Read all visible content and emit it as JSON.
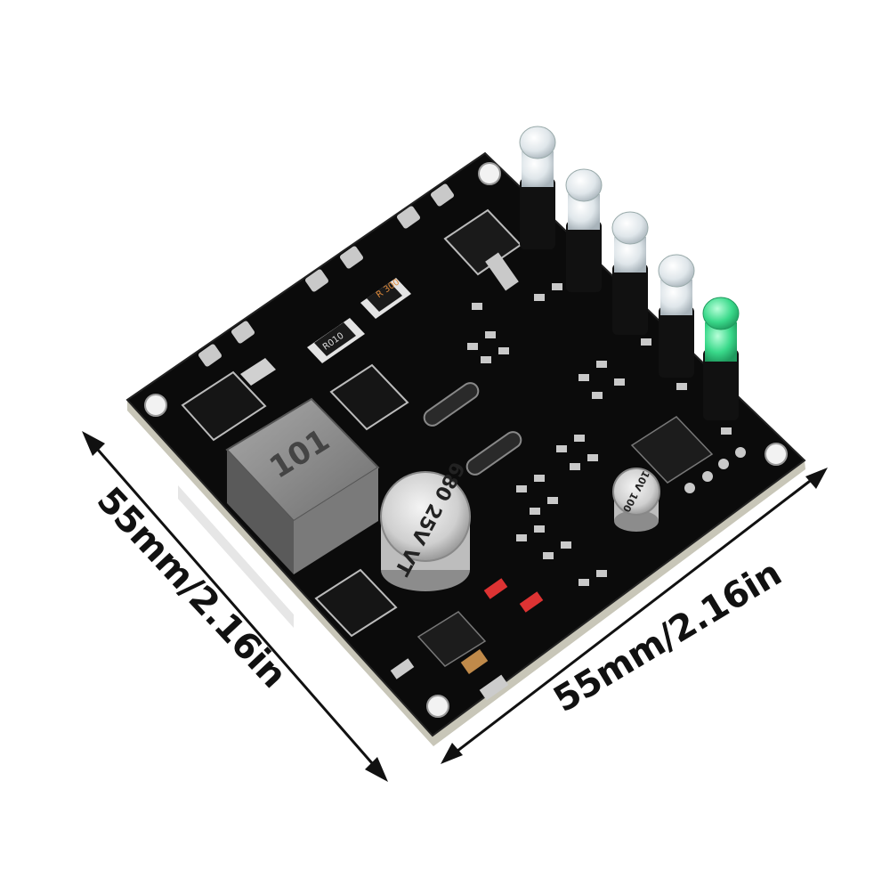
{
  "image": {
    "subject": "pcb-module-photo",
    "background_color": "#ffffff"
  },
  "dimensions": {
    "left_label": "55mm/2.16in",
    "right_label": "55mm/2.16in"
  },
  "board_markings": {
    "inductor": "101",
    "capacitor_large": "680 25V VT",
    "capacitor_small": "10V 100",
    "resistor_1": "R010",
    "resistor_2": "R 300"
  },
  "colors": {
    "pcb": "#0b0b0b",
    "pad": "#c9c9c9",
    "led_clear": "#e9eef2",
    "led_green": "#39d98a",
    "inductor": "#8c8c8c",
    "capacitor": "#d9d9d9"
  },
  "leds": [
    {
      "color": "clear"
    },
    {
      "color": "clear"
    },
    {
      "color": "clear"
    },
    {
      "color": "clear"
    },
    {
      "color": "green"
    }
  ]
}
